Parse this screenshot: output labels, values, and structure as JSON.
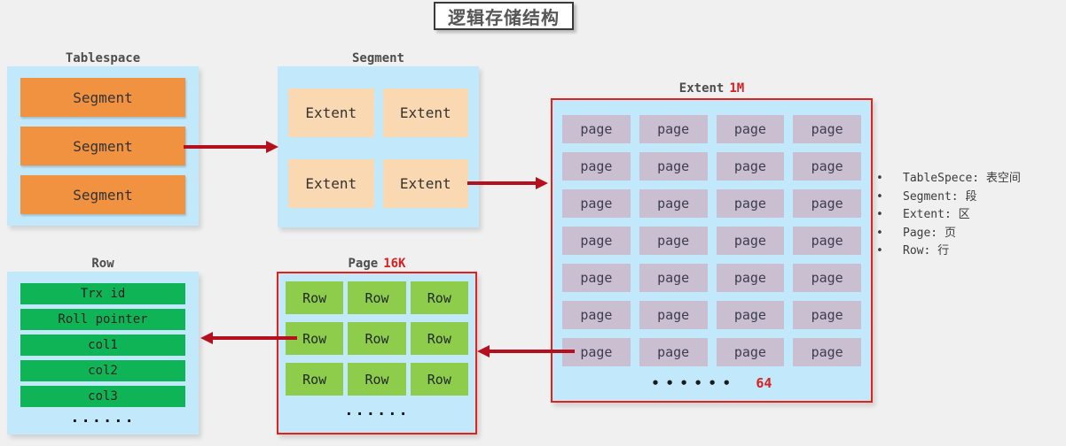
{
  "title": "逻辑存储结构",
  "colors": {
    "background": "#f0f0f0",
    "light_blue": "#c2e9fb",
    "orange": "#f0923f",
    "peach": "#fad8b2",
    "purple": "#c9bfd1",
    "green": "#0fb457",
    "light_green": "#8ecd4b",
    "red_border": "#e42017",
    "arrow_red": "#b5101d",
    "label_red": "#d92020"
  },
  "tablespace": {
    "label": "Tablespace",
    "segments": [
      "Segment",
      "Segment",
      "Segment"
    ]
  },
  "segment": {
    "label": "Segment",
    "extents": [
      "Extent",
      "Extent",
      "Extent",
      "Extent"
    ]
  },
  "extent": {
    "label": "Extent",
    "size": "1M",
    "page_label": "page",
    "rows": 7,
    "cols": 4,
    "ellipsis": "••••••",
    "count": "64"
  },
  "page": {
    "label": "Page",
    "size": "16K",
    "row_label": "Row",
    "rows": 3,
    "cols": 3,
    "ellipsis": "......"
  },
  "row": {
    "label": "Row",
    "fields": [
      "Trx id",
      "Roll pointer",
      "col1",
      "col2",
      "col3"
    ],
    "ellipsis": "......"
  },
  "legend": {
    "items": [
      "TableSpece: 表空间",
      "Segment: 段",
      "Extent: 区",
      "Page: 页",
      "Row: 行"
    ]
  }
}
